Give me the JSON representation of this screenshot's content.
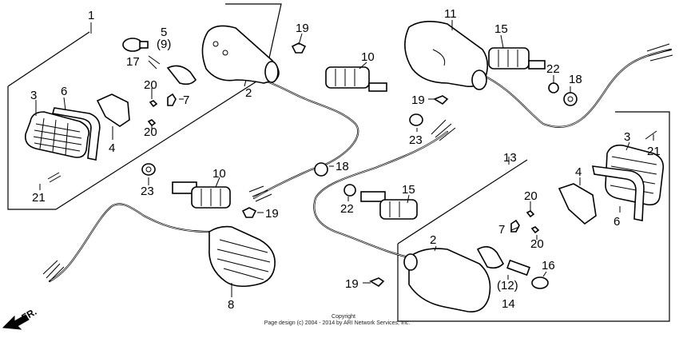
{
  "labels": {
    "n1": "1",
    "n2a": "2",
    "n3a": "3",
    "n4a": "4",
    "n5": "5",
    "n9": "(9)",
    "n6a": "6",
    "n7a": "7",
    "n17": "17",
    "n20a": "20",
    "n20b": "20",
    "n21a": "21",
    "n23a": "23",
    "n10a": "10",
    "n19a": "19",
    "n8": "8",
    "n19b": "19",
    "n10b": "10",
    "n19c": "19",
    "n23b": "23",
    "n18a": "18",
    "n11": "11",
    "n15a": "15",
    "n22a": "22",
    "n18b": "18",
    "n13": "13",
    "n3b": "3",
    "n21b": "21",
    "n4b": "4",
    "n20c": "20",
    "n7b": "7",
    "n20d": "20",
    "n6b": "6",
    "n22b": "22",
    "n15b": "15",
    "n2b": "2",
    "n12": "(12)",
    "n14": "14",
    "n16": "16",
    "n19d": "19"
  },
  "direction_label": "FR.",
  "footer": {
    "line1": "Copyright",
    "line2": "Page design (c) 2004 - 2014 by ARI Network Services, Inc."
  }
}
